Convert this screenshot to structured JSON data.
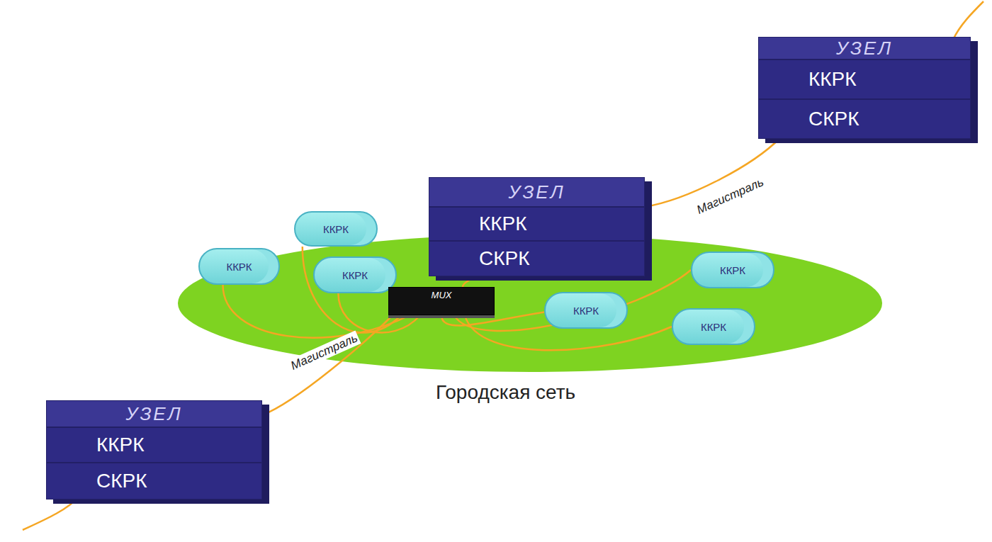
{
  "diagram": {
    "nodes": [
      {
        "text": [
          "УЗЕЛ"
        ]
      },
      {
        "text": [
          "ККРК"
        ],
        "in": 0
      },
      {
        "text": [
          "СКРК"
        ],
        "in": 0
      },
      {
        "text": [
          "УЗЕЛ"
        ]
      },
      {
        "text": [
          "ККРК"
        ],
        "in": 3
      },
      {
        "text": [
          "СКРК"
        ],
        "in": 3
      },
      {
        "text": [
          "ККРК"
        ]
      },
      {
        "text": [
          "ККРК"
        ]
      },
      {
        "text": [
          "ККРК"
        ]
      },
      {
        "text": [
          "ККРК"
        ]
      },
      {
        "text": [
          "ККРК"
        ]
      },
      {
        "text": [
          "ККРК"
        ]
      },
      {
        "text": [
          "MUX"
        ]
      },
      {
        "text": [
          "УЗЕЛ"
        ]
      },
      {
        "text": [
          "ККРК"
        ],
        "in": 13
      },
      {
        "text": [
          "СКРК"
        ],
        "in": 13
      }
    ],
    "edges": [
      {
        "from": 5,
        "to": 12,
        "arrow": "none"
      },
      {
        "from": 12,
        "to": 6,
        "arrow": "none"
      },
      {
        "from": 12,
        "to": 7,
        "arrow": "none"
      },
      {
        "from": 12,
        "to": 8,
        "arrow": "none"
      },
      {
        "from": 12,
        "to": 9,
        "arrow": "none"
      },
      {
        "from": 12,
        "to": 10,
        "arrow": "none"
      },
      {
        "from": 12,
        "to": 11,
        "arrow": "none"
      },
      {
        "from": 3,
        "to": 2,
        "label": "Магистраль",
        "arrow": "none"
      },
      {
        "from": 12,
        "to": 13,
        "label": "Магистраль",
        "arrow": "none"
      }
    ],
    "labels": [
      "Городская сеть"
    ]
  }
}
